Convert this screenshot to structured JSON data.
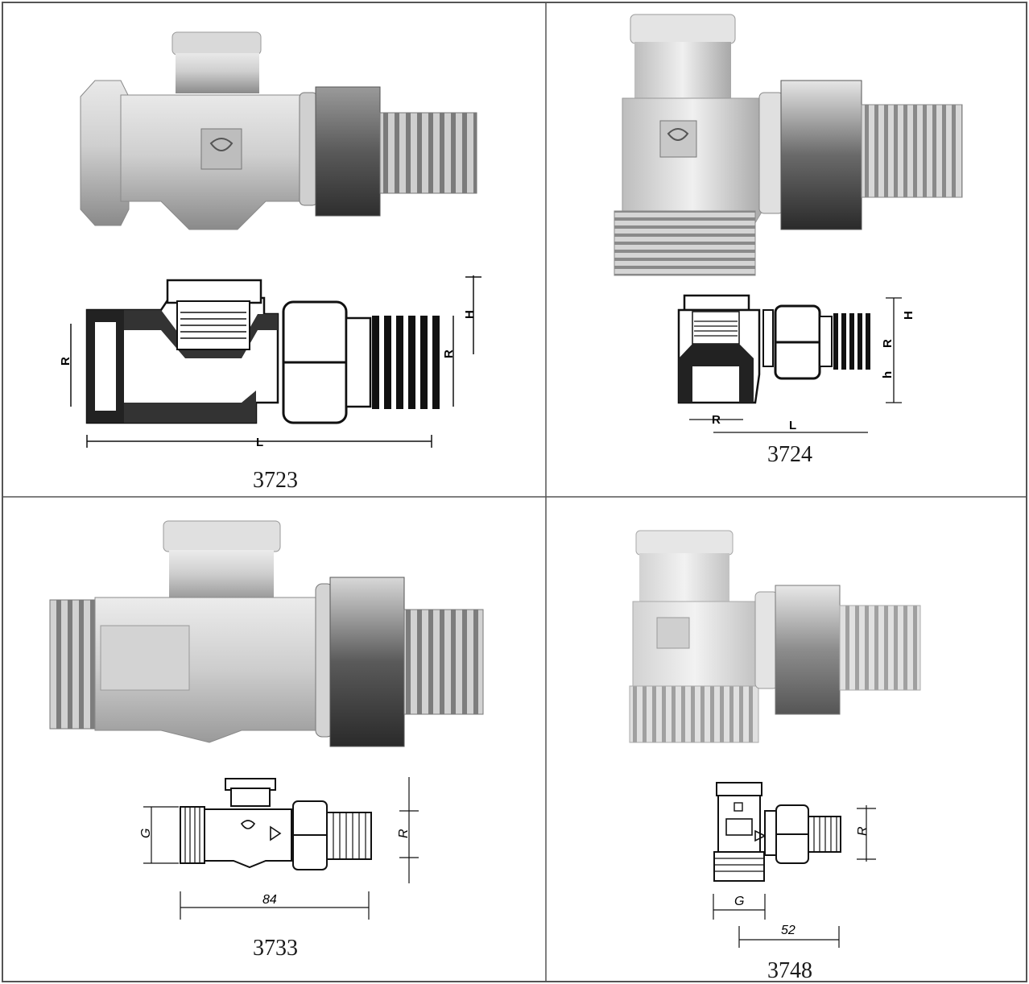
{
  "products": [
    {
      "code": "3723",
      "dims": {
        "l": "L",
        "r": "R",
        "h": "H"
      }
    },
    {
      "code": "3724",
      "dims": {
        "l": "L",
        "r": "R",
        "h": "H",
        "h_lower": "h"
      }
    },
    {
      "code": "3733",
      "dims": {
        "g": "G",
        "r": "R",
        "length": "84"
      }
    },
    {
      "code": "3748",
      "dims": {
        "g": "G",
        "r": "R",
        "length": "52"
      }
    }
  ],
  "icons": [
    "valve-photo",
    "valve-section-drawing",
    "valve-outline-drawing"
  ]
}
